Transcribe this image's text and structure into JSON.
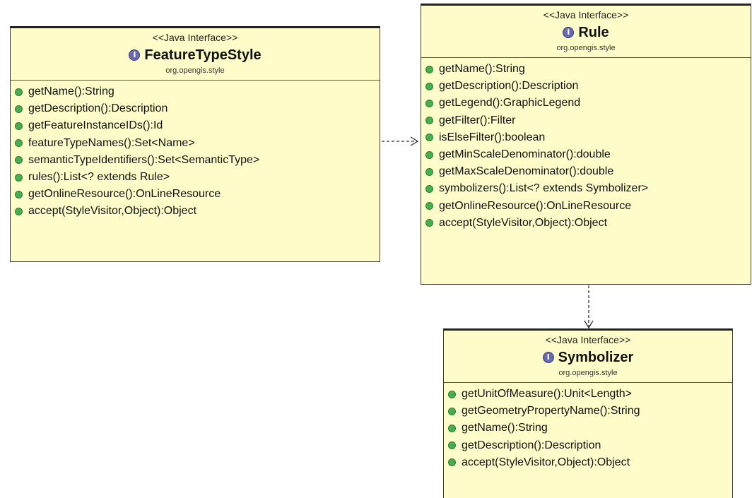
{
  "interfaces": {
    "feature_type_style": {
      "stereotype": "<<Java Interface>>",
      "name": "FeatureTypeStyle",
      "package": "org.opengis.style",
      "operations": [
        "getName():String",
        "getDescription():Description",
        "getFeatureInstanceIDs():Id",
        "featureTypeNames():Set<Name>",
        "semanticTypeIdentifiers():Set<SemanticType>",
        "rules():List<? extends Rule>",
        "getOnlineResource():OnLineResource",
        "accept(StyleVisitor,Object):Object"
      ]
    },
    "rule": {
      "stereotype": "<<Java Interface>>",
      "name": "Rule",
      "package": "org.opengis.style",
      "operations": [
        "getName():String",
        "getDescription():Description",
        "getLegend():GraphicLegend",
        "getFilter():Filter",
        "isElseFilter():boolean",
        "getMinScaleDenominator():double",
        "getMaxScaleDenominator():double",
        "symbolizers():List<? extends Symbolizer>",
        "getOnlineResource():OnLineResource",
        "accept(StyleVisitor,Object):Object"
      ]
    },
    "symbolizer": {
      "stereotype": "<<Java Interface>>",
      "name": "Symbolizer",
      "package": "org.opengis.style",
      "operations": [
        "getUnitOfMeasure():Unit<Length>",
        "getGeometryPropertyName():String",
        "getName():String",
        "getDescription():Description",
        "accept(StyleVisitor,Object):Object"
      ]
    }
  },
  "icons": {
    "interface": "interface-i-icon",
    "operation": "public-method-icon"
  },
  "colors": {
    "box_fill": "#fefdc9",
    "interface_icon": "#6a6ab0",
    "method_icon": "#46b050",
    "link": "#333333"
  }
}
